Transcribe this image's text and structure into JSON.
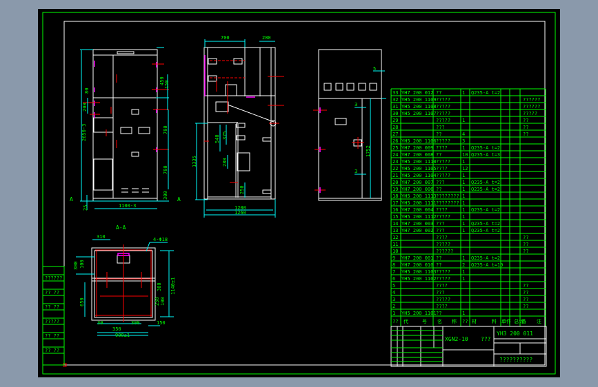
{
  "colors": {
    "background": "#8a99ab",
    "canvas": "#000000",
    "border": "#00ff00",
    "frame": "#ffffff",
    "dimension": "#00ffff",
    "centerline": "#ff0000",
    "hatch": "#ff00ff",
    "text": "#00ff00"
  },
  "front_view": {
    "dims": {
      "total_height": "2650-3",
      "d80": "80",
      "d200": "200",
      "d450": "450",
      "d150": "150",
      "d700a": "700",
      "d700b": "700",
      "d300": "300",
      "d25": "25",
      "width": "1100-3"
    },
    "section_marks": [
      "A",
      "A"
    ]
  },
  "side_view": {
    "dims": {
      "top_left": "700",
      "top_right": "280",
      "h1335": "1335",
      "d540": "540",
      "d375": "375",
      "d280": "280",
      "d250": "250",
      "w1200": "1200",
      "w1260": "1260"
    }
  },
  "rear_view": {
    "dims": {
      "d5": "5",
      "d3a": "3",
      "d3b": "3",
      "h1752": "1752"
    }
  },
  "section_view": {
    "title": "A-A",
    "dims": {
      "d310": "310",
      "hole": "4-Φ18",
      "d300": "300",
      "d100a": "100",
      "h1140": "1140±1",
      "d300b": "300",
      "d250a": "250",
      "d100b": "100",
      "d650": "650",
      "d30": "30",
      "d350": "350",
      "d300c": "300",
      "d150": "150",
      "w900": "900±1"
    }
  },
  "left_strip": [
    "??????",
    "?? ??",
    "?? ??",
    "?????",
    "?? ??",
    "?? ??"
  ],
  "parts_table": {
    "header": [
      "??",
      "代",
      "号",
      "名",
      "称",
      "??",
      "材",
      "料",
      "单件 总计",
      "备",
      "注"
    ],
    "rows": [
      {
        "no": "33",
        "code": "YH7 200 012",
        "name": "??",
        "qty": "1",
        "material": "Q235-A  t=2",
        "note": ""
      },
      {
        "no": "32",
        "code": "YH5 200 1109",
        "name": "?????",
        "qty": "",
        "material": "",
        "note": "??????"
      },
      {
        "no": "31",
        "code": "YH5 200 1108",
        "name": "?????",
        "qty": "",
        "material": "",
        "note": "??????"
      },
      {
        "no": "30",
        "code": "YH5 200 1107",
        "name": "?????",
        "qty": "",
        "material": "",
        "note": "?????"
      },
      {
        "no": "29",
        "code": "",
        "name": "?????",
        "qty": "1",
        "material": "",
        "note": "??"
      },
      {
        "no": "28",
        "code": "",
        "name": "???",
        "qty": "",
        "material": "",
        "note": "??"
      },
      {
        "no": "27",
        "code": "",
        "name": "??",
        "qty": "4",
        "material": "",
        "note": "??"
      },
      {
        "no": "26",
        "code": "YH5 200 1106",
        "name": "?????",
        "qty": "3",
        "material": "",
        "note": ""
      },
      {
        "no": "25",
        "code": "YH7 200 009",
        "name": "????",
        "qty": "1",
        "material": "Q235-A  t=2",
        "note": ""
      },
      {
        "no": "24",
        "code": "YH7 200 008",
        "name": "??",
        "qty": "10",
        "material": "Q235-A  t=3",
        "note": ""
      },
      {
        "no": "23",
        "code": "YH5 200 1110",
        "name": "?????",
        "qty": "1",
        "material": "",
        "note": ""
      },
      {
        "no": "22",
        "code": "YH5 200 1105",
        "name": "????",
        "qty": "12",
        "material": "",
        "note": ""
      },
      {
        "no": "21",
        "code": "YH5 200 1104",
        "name": "?????",
        "qty": "1",
        "material": "",
        "note": ""
      },
      {
        "no": "20",
        "code": "YH7 200 007",
        "name": "???",
        "qty": "1",
        "material": "Q235-A  t=2",
        "note": ""
      },
      {
        "no": "19",
        "code": "YH7 200 006",
        "name": "??",
        "qty": "1",
        "material": "Q235-A  t=2",
        "note": ""
      },
      {
        "no": "18",
        "code": "YH5 200 1113",
        "name": "????????",
        "qty": "1",
        "material": "",
        "note": ""
      },
      {
        "no": "17",
        "code": "YH5 200 1111",
        "name": "????????",
        "qty": "1",
        "material": "",
        "note": ""
      },
      {
        "no": "16",
        "code": "YH7 200 004",
        "name": "????",
        "qty": "1",
        "material": "Q235-A  t=2",
        "note": ""
      },
      {
        "no": "15",
        "code": "YH5 200 1112",
        "name": "?????",
        "qty": "1",
        "material": "",
        "note": ""
      },
      {
        "no": "14",
        "code": "YH7 200 003",
        "name": "???",
        "qty": "1",
        "material": "Q235-A  t=2",
        "note": ""
      },
      {
        "no": "13",
        "code": "YH7 200 002",
        "name": "???",
        "qty": "1",
        "material": "Q235-A  t=2",
        "note": ""
      },
      {
        "no": "12",
        "code": "",
        "name": "????",
        "qty": "",
        "material": "",
        "note": "??"
      },
      {
        "no": "11",
        "code": "",
        "name": "?????",
        "qty": "",
        "material": "",
        "note": "??"
      },
      {
        "no": "10",
        "code": "",
        "name": "??????",
        "qty": "",
        "material": "",
        "note": "??"
      },
      {
        "no": "9",
        "code": "YH7 200 001",
        "name": "??",
        "qty": "1",
        "material": "Q235-A  t=2",
        "note": ""
      },
      {
        "no": "8",
        "code": "YH7 200 010",
        "name": "??",
        "qty": "2",
        "material": "Q235-A  t=10",
        "note": ""
      },
      {
        "no": "7",
        "code": "YH5 200 1103",
        "name": "?????",
        "qty": "1",
        "material": "",
        "note": ""
      },
      {
        "no": "6",
        "code": "YH5 200 1102",
        "name": "?????",
        "qty": "1",
        "material": "",
        "note": ""
      },
      {
        "no": "5",
        "code": "",
        "name": "????",
        "qty": "",
        "material": "",
        "note": "??"
      },
      {
        "no": "4",
        "code": "",
        "name": "???",
        "qty": "",
        "material": "",
        "note": "??"
      },
      {
        "no": "3",
        "code": "",
        "name": "?????",
        "qty": "",
        "material": "",
        "note": "??"
      },
      {
        "no": "2",
        "code": "",
        "name": "????",
        "qty": "",
        "material": "",
        "note": "??"
      },
      {
        "no": "1",
        "code": "YH5 200 1101",
        "name": "??",
        "qty": "1",
        "material": "",
        "note": ""
      }
    ]
  },
  "title_block": {
    "product": "XGN2-10",
    "product_name": "???",
    "drawing_no": "YH3  200  011",
    "company": "??????????"
  }
}
